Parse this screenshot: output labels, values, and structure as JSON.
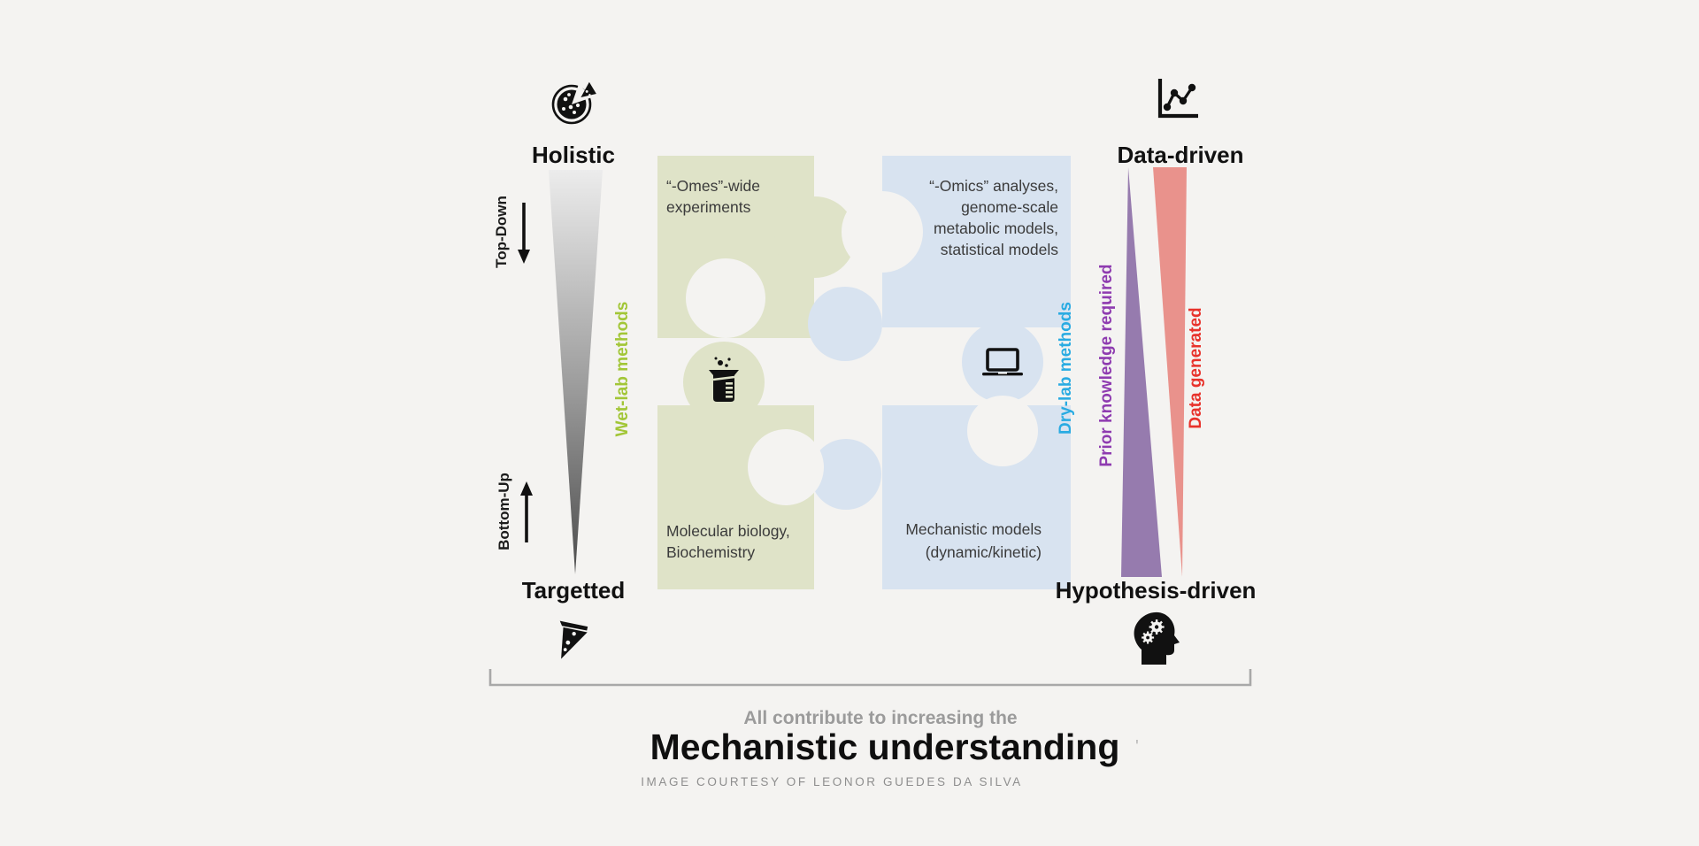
{
  "left_axis": {
    "top_label": "Holistic",
    "bottom_label": "Targetted",
    "top_down_label": "Top-Down",
    "bottom_up_label": "Bottom-Up",
    "top_icon": "pizza-whole-icon",
    "bottom_icon": "pizza-slice-icon"
  },
  "right_axis": {
    "top_label": "Data-driven",
    "bottom_label": "Hypothesis-driven",
    "prior_knowledge_label": "Prior knowledge required",
    "data_generated_label": "Data generated",
    "top_icon": "line-chart-icon",
    "bottom_icon": "head-gears-icon"
  },
  "puzzle": {
    "wet_lab_label": "Wet-lab methods",
    "dry_lab_label": "Dry-lab methods",
    "green_top_lines": [
      "“-Omes”-wide",
      "experiments"
    ],
    "green_bottom_lines": [
      "Molecular biology,",
      "Biochemistry"
    ],
    "blue_top_lines": [
      "“-Omics” analyses,",
      "genome-scale",
      "metabolic models,",
      "statistical models"
    ],
    "blue_bottom_lines": [
      "Mechanistic models",
      "(dynamic/kinetic)"
    ],
    "center_left_icon": "beaker-icon",
    "center_right_icon": "laptop-icon"
  },
  "footer": {
    "contribute_line": "All contribute to increasing the",
    "main_title": "Mechanistic understanding",
    "stray_mark": "'",
    "credit_line": "IMAGE COURTESY OF LEONOR GUEDES DA SILVA"
  },
  "colors": {
    "background": "#f4f3f1",
    "green_piece": "#dfe3c8",
    "blue_piece": "#d8e3f0",
    "wet_lab_text": "#a2c637",
    "dry_lab_text": "#29abe2",
    "purple_triangle": "#967bae",
    "purple_text": "#8e3bb0",
    "red_triangle": "#e9928c",
    "red_text": "#e8322b",
    "gradient_top": "#ececec",
    "gradient_bottom": "#4c4c4c",
    "gray_text": "#9b9b9b"
  }
}
